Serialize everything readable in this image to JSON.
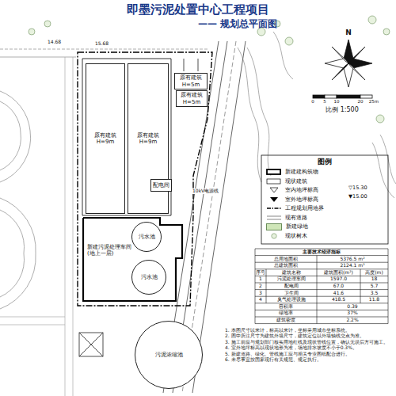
{
  "diagram": {
    "title": "即墨污泥处置中心工程项目",
    "nodes": [
      {
        "text": [
          "原有建筑",
          "H=9m"
        ]
      },
      {
        "text": [
          "原有建筑",
          "H=9m"
        ]
      },
      {
        "text": [
          "原有建筑",
          "H=5m"
        ]
      },
      {
        "text": [
          "原有建筑",
          "H=5m"
        ]
      },
      {
        "text": [
          "配电间"
        ]
      },
      {
        "text": [
          "新建污泥处理车间",
          "(地上一层)"
        ]
      },
      {
        "text": [
          "污水池"
        ],
        "in": 5
      },
      {
        "text": [
          "污水池"
        ],
        "in": 5
      },
      {
        "text": [
          "污泥浓缩池"
        ]
      }
    ],
    "labels": [
      "—— 规划总平面图",
      "N",
      "比例 1:500",
      "0",
      "5",
      "10",
      "20",
      "25m",
      "图例",
      "▽15.30",
      "▼15.00",
      "10kV电源线",
      "主要技术经济指标",
      "总用地面积",
      "5376.5 m²",
      "总建筑面积",
      "2124.1 m²",
      "序号",
      "建筑名称",
      "建筑面积(m²)",
      "高度(m)",
      "1",
      "污泥处理车间",
      "1597.0",
      "18",
      "2",
      "配电间",
      "67.0",
      "5.7",
      "3",
      "卫生间",
      "41.6",
      "3.5",
      "4",
      "臭气处理设施",
      "418.5",
      "11.8",
      "容积率",
      "0.39",
      "绿地率",
      "37%",
      "建筑密度",
      "2.2%",
      "1. 本图尺寸以米计，标高以米计，坐标采用城市坐标系统。",
      "2. 图中所注尺寸为建筑外墙尺寸，建筑定位以外墙轴线交点为准。",
      "3. 施工前应与规划部门核实用地红线及现状管线位置，确认无误后方可施工。",
      "4. 室外地坪标高以现状地形为准，场地排水坡度不小于0.3%。",
      "5. 新建道路、绿化、管线施工应与相关专业图纸配合进行。",
      "6. 未尽事宜按国家现行有关规范、规定执行。",
      "14.68",
      "15.68"
    ],
    "legend": [
      {
        "text": "新建建构筑物"
      },
      {
        "text": "现状建筑"
      },
      {
        "text": "室内地坪标高"
      },
      {
        "text": "室外地坪标高"
      },
      {
        "text": "工程规划用地界"
      },
      {
        "text": "现有道路"
      },
      {
        "text": "新建绿地",
        "color": "#cfe6b8"
      },
      {
        "text": "现状树木"
      }
    ]
  }
}
